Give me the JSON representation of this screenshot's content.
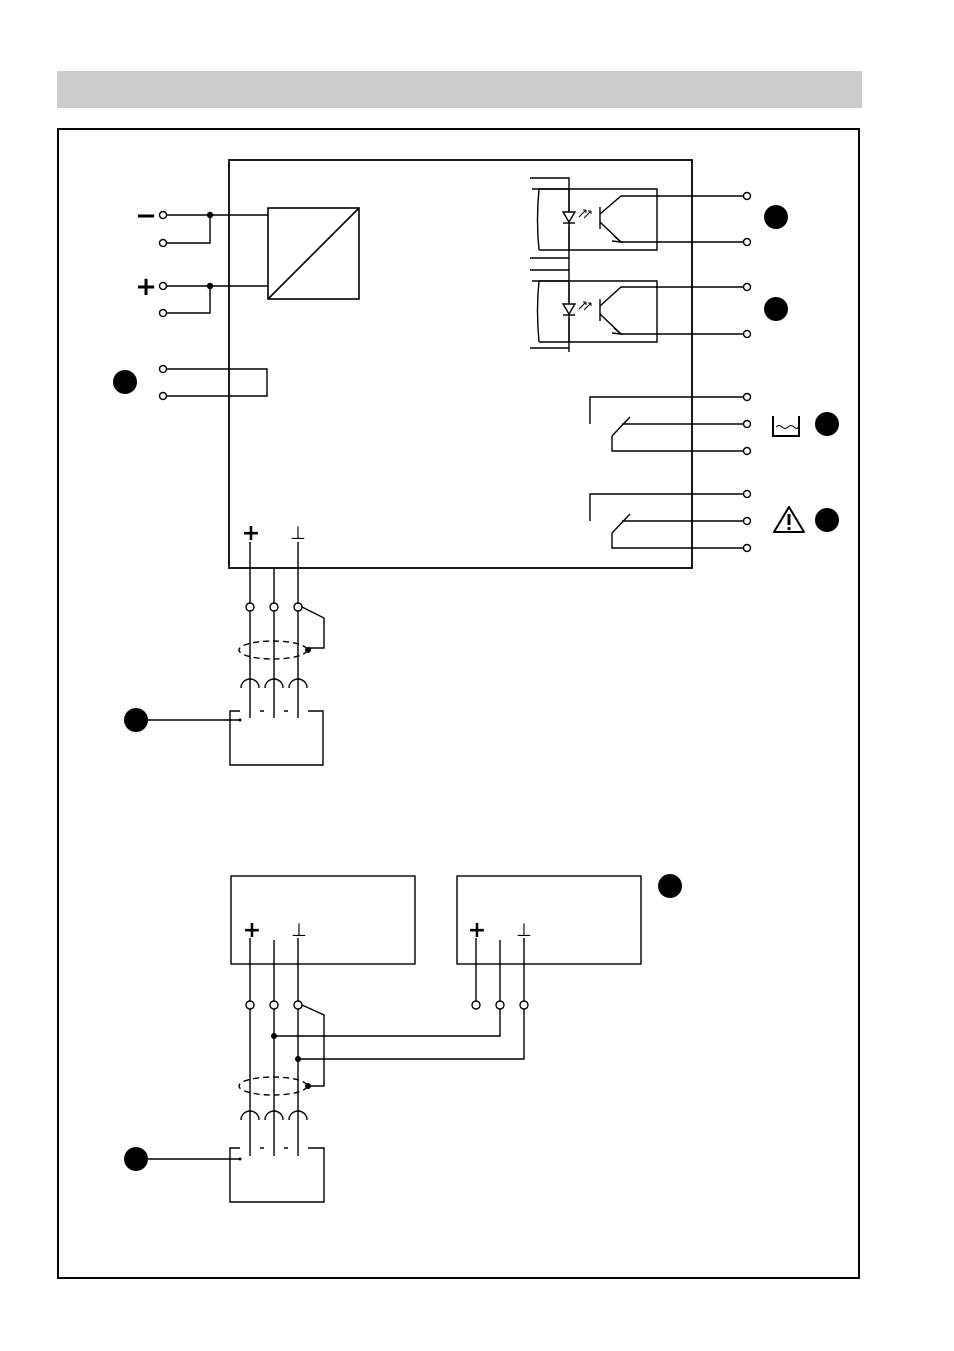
{
  "page": {
    "header_bar_color": "#cccccc",
    "ink_color": "#000000"
  },
  "symbols": {
    "supply_negative": "−",
    "supply_positive": "+",
    "sensor_positive": "+",
    "sensor_ground": "⊥"
  },
  "icons": {
    "level": "tank-level-icon",
    "alarm": "warning-triangle-icon"
  },
  "diagram_parts": [
    "power-supply-terminals",
    "dc-dc-converter",
    "jumper-terminals",
    "optocoupler-output-1",
    "optocoupler-output-2",
    "level-relay",
    "alarm-relay",
    "sensor-terminals",
    "shielded-cable",
    "sensor-module",
    "second-device"
  ]
}
